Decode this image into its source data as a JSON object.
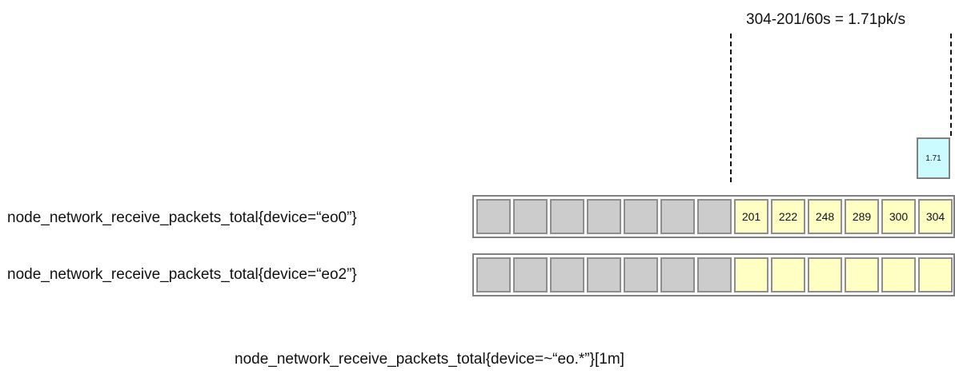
{
  "formula": "304-201/60s = 1.71pk/s",
  "result_value": "1.71",
  "series": [
    {
      "label": "node_network_receive_packets_total{device=“eo0”}",
      "past_samples": 7,
      "window_values": [
        "201",
        "222",
        "248",
        "289",
        "300",
        "304"
      ]
    },
    {
      "label": "node_network_receive_packets_total{device=“eo2”}",
      "past_samples": 7,
      "window_values": [
        "",
        "",
        "",
        "",
        "",
        ""
      ]
    }
  ],
  "query": "node_network_receive_packets_total{device=~“eo.*”}[1m]",
  "colors": {
    "past_sample": "#cccccc",
    "window_sample": "#ffffc4",
    "result": "#ccfbff"
  }
}
